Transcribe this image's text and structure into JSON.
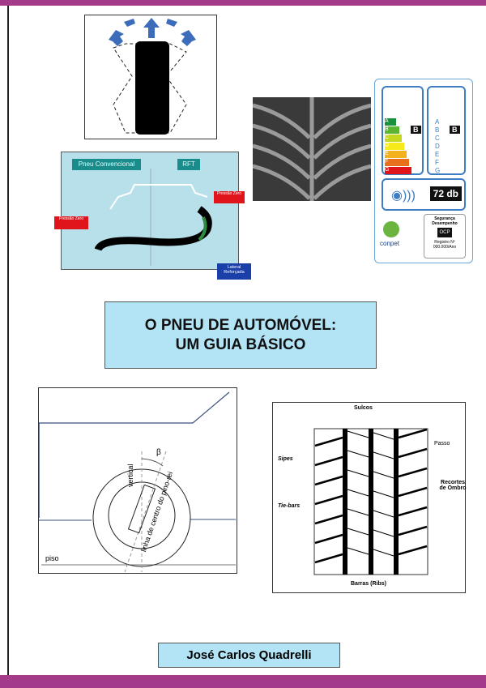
{
  "colors": {
    "band": "#a33a8a",
    "title_bg": "#b3e4f5",
    "arrow": "#3d6dba",
    "label_red": "#e0141b",
    "label_blue": "#1a3fa8"
  },
  "rft_diagram": {
    "tab_conventional": "Pneu Convencional",
    "tab_rft": "RFT",
    "pressure_zero_left": "Pressão Zero",
    "pressure_zero_right": "Pressão Zero",
    "reinforced_sidewall": "Lateral Reforçada"
  },
  "tire_label": {
    "grades": [
      "A",
      "B",
      "C",
      "D",
      "E",
      "F",
      "G"
    ],
    "fuel_rating": "B",
    "wet_rating": "B",
    "noise": "72 db",
    "brand": "conpet",
    "cert_title": "Segurança Desempenho",
    "cert_ocp": "OCP",
    "cert_reg": "Registro Nº 000.000/Ano"
  },
  "title": {
    "line1": "O PNEU DE AUTOMÓVEL:",
    "line2": "UM GUIA BÁSICO"
  },
  "kingpin": {
    "beta": "β",
    "vertical": "vertical",
    "axis": "linha de centro do pino-rei",
    "floor": "piso"
  },
  "tread": {
    "grooves": "Sulcos",
    "pitch": "Passo",
    "sipes": "Sipes",
    "tie_bars": "Tie-bars",
    "shoulder": "Recortes de Ombro",
    "ribs": "Barras (Ribs)"
  },
  "author": "José Carlos Quadrelli"
}
